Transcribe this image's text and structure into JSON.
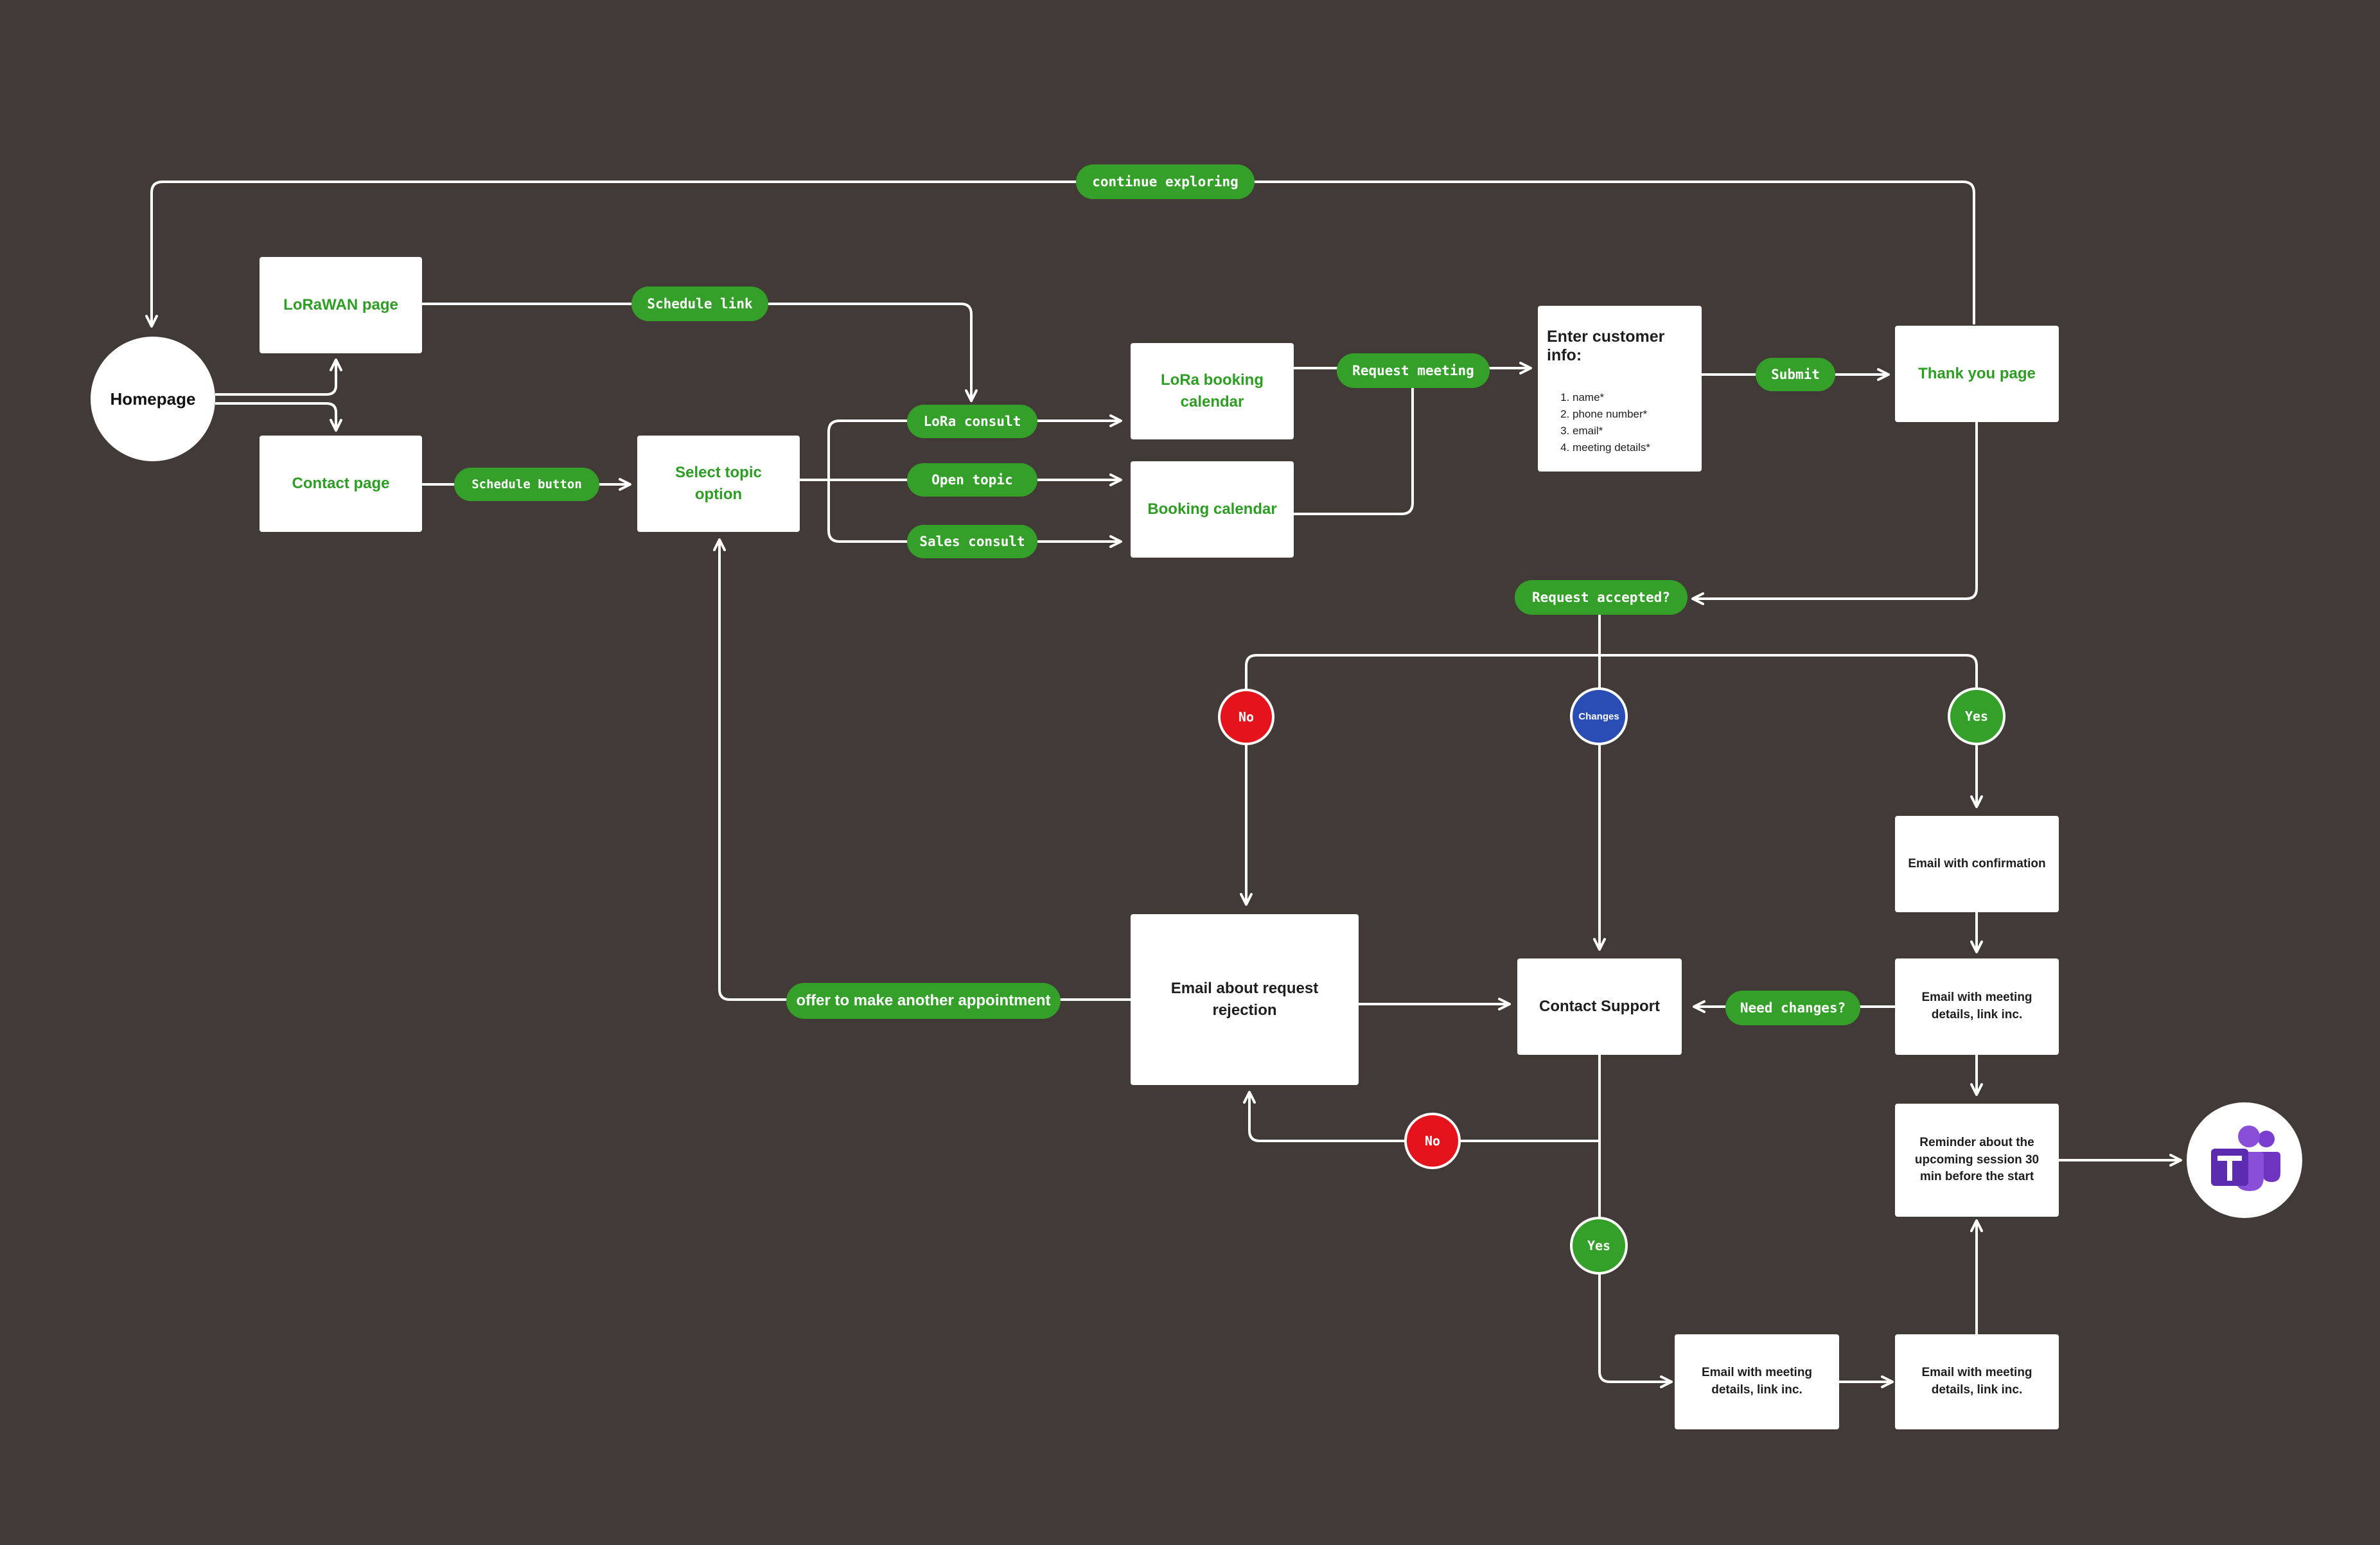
{
  "nodes": {
    "homepage": "Homepage",
    "lorawan_page": "LoRaWAN page",
    "contact_page": "Contact page",
    "select_topic": "Select topic option",
    "lora_booking": "LoRa booking calendar",
    "booking_calendar": "Booking calendar",
    "customer_info_title": "Enter customer info:",
    "customer_info_items": [
      "name*",
      "phone number*",
      "email*",
      "meeting details*"
    ],
    "thank_you": "Thank you page",
    "email_confirmation": "Email with confirmation",
    "email_meeting_details_1": "Email with meeting details, link inc.",
    "email_rejection": "Email about request rejection",
    "contact_support": "Contact Support",
    "reminder": "Reminder about the upcoming session 30 min before the start",
    "email_meeting_details_2": "Email with meeting details, link inc.",
    "email_meeting_details_3": "Email with meeting details, link inc."
  },
  "labels": {
    "continue_exploring": "continue exploring",
    "schedule_link": "Schedule link",
    "schedule_button": "Schedule button",
    "lora_consult": "LoRa consult",
    "open_topic": "Open topic",
    "sales_consult": "Sales consult",
    "request_meeting": "Request meeting",
    "submit": "Submit",
    "request_accepted": "Request accepted?",
    "offer_another": "offer to make another appointment",
    "need_changes": "Need changes?"
  },
  "decisions": {
    "no_1": "No",
    "changes": "Changes",
    "yes_1": "Yes",
    "no_2": "No",
    "yes_2": "Yes"
  },
  "icons": {
    "end": "microsoft-teams-icon"
  },
  "colors": {
    "background": "#413a37",
    "accent_green": "#34a02a",
    "node_text_green": "#2e9d24",
    "no_red": "#e5141c",
    "changes_blue": "#2a4db3",
    "teams_purple": "#7b3fcf"
  }
}
